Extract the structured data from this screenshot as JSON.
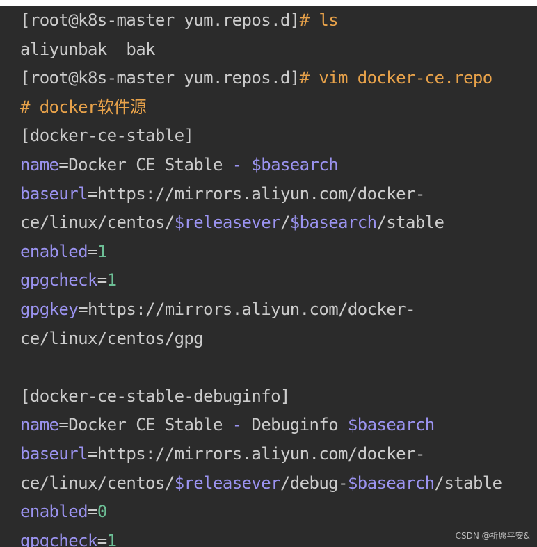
{
  "colors": {
    "background": "#2b2b2b",
    "text": "#cccccc",
    "command": "#e8a24a",
    "key": "#9b93f0",
    "number": "#6dbf96"
  },
  "lines": [
    [
      {
        "t": "[root@k8s-master yum.repos.d]",
        "c": "default"
      },
      {
        "t": "# ls",
        "c": "orange"
      }
    ],
    [
      {
        "t": "aliyunbak  bak",
        "c": "default"
      }
    ],
    [
      {
        "t": "[root@k8s-master yum.repos.d]",
        "c": "default"
      },
      {
        "t": "# vim docker-ce.repo",
        "c": "orange"
      }
    ],
    [
      {
        "t": "# docker软件源",
        "c": "comment"
      }
    ],
    [
      {
        "t": "[docker-ce-stable]",
        "c": "default"
      }
    ],
    [
      {
        "t": "name",
        "c": "key"
      },
      {
        "t": "=Docker CE Stable ",
        "c": "default"
      },
      {
        "t": "- ",
        "c": "key"
      },
      {
        "t": "$basearch",
        "c": "var"
      }
    ],
    [
      {
        "t": "baseurl",
        "c": "key"
      },
      {
        "t": "=https://mirrors.aliyun.com/docker-",
        "c": "default"
      }
    ],
    [
      {
        "t": "ce/linux/centos/",
        "c": "default"
      },
      {
        "t": "$releasever",
        "c": "var"
      },
      {
        "t": "/",
        "c": "default"
      },
      {
        "t": "$basearch",
        "c": "var"
      },
      {
        "t": "/stable",
        "c": "default"
      }
    ],
    [
      {
        "t": "enabled",
        "c": "key"
      },
      {
        "t": "=",
        "c": "default"
      },
      {
        "t": "1",
        "c": "num"
      }
    ],
    [
      {
        "t": "gpgcheck",
        "c": "key"
      },
      {
        "t": "=",
        "c": "default"
      },
      {
        "t": "1",
        "c": "num"
      }
    ],
    [
      {
        "t": "gpgkey",
        "c": "key"
      },
      {
        "t": "=https://mirrors.aliyun.com/docker-",
        "c": "default"
      }
    ],
    [
      {
        "t": "ce/linux/centos/gpg",
        "c": "default"
      }
    ],
    [],
    [
      {
        "t": "[docker-ce-stable-debuginfo]",
        "c": "default"
      }
    ],
    [
      {
        "t": "name",
        "c": "key"
      },
      {
        "t": "=Docker CE Stable ",
        "c": "default"
      },
      {
        "t": "- ",
        "c": "key"
      },
      {
        "t": "Debuginfo ",
        "c": "default"
      },
      {
        "t": "$basearch",
        "c": "var"
      }
    ],
    [
      {
        "t": "baseurl",
        "c": "key"
      },
      {
        "t": "=https://mirrors.aliyun.com/docker-",
        "c": "default"
      }
    ],
    [
      {
        "t": "ce/linux/centos/",
        "c": "default"
      },
      {
        "t": "$releasever",
        "c": "var"
      },
      {
        "t": "/debug-",
        "c": "default"
      },
      {
        "t": "$basearch",
        "c": "var"
      },
      {
        "t": "/stable",
        "c": "default"
      }
    ],
    [
      {
        "t": "enabled",
        "c": "key"
      },
      {
        "t": "=",
        "c": "default"
      },
      {
        "t": "0",
        "c": "num"
      }
    ],
    [
      {
        "t": "gpgcheck",
        "c": "key"
      },
      {
        "t": "=",
        "c": "default"
      },
      {
        "t": "1",
        "c": "num"
      }
    ]
  ],
  "watermark": "CSDN @祈愿平安&"
}
